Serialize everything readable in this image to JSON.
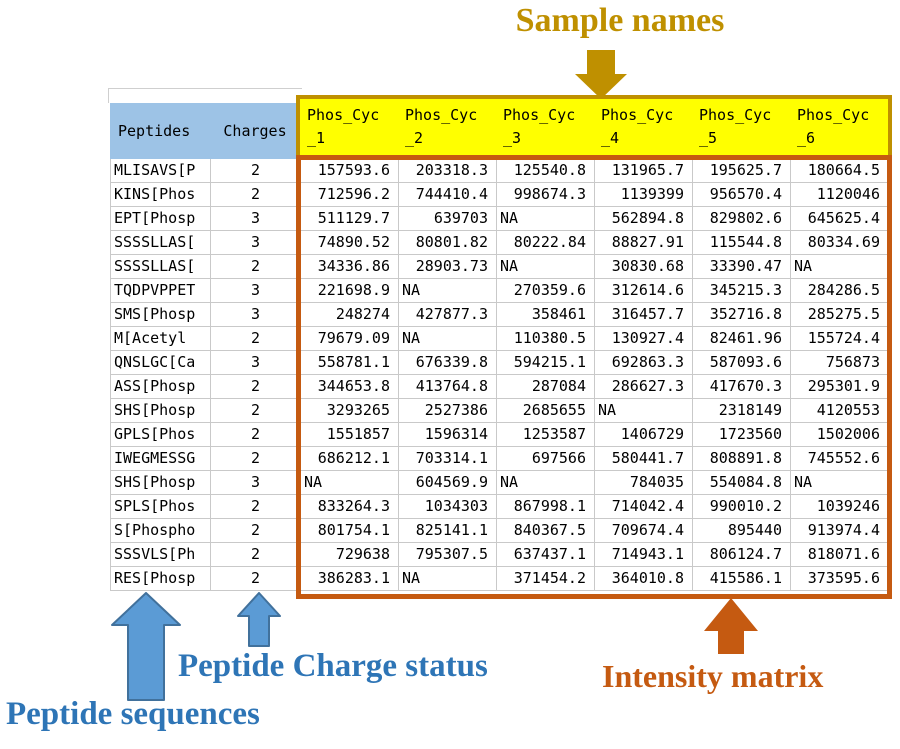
{
  "annotations": {
    "sample_names": "Sample names",
    "peptide_sequences": "Peptide sequences",
    "peptide_charge_status": "Peptide Charge status",
    "intensity_matrix": "Intensity matrix"
  },
  "colors": {
    "blue": "#9DC3E6",
    "yellow": "#FFFF00",
    "gold": "#BF9000",
    "orange": "#C55A11",
    "textBlue": "#2E75B6",
    "arrowBlue": "#5B9BD5",
    "arrowBlueStroke": "#41719C"
  },
  "icons": {
    "down_arrow": "gold-down-arrow-icon",
    "up_arrow_large": "blue-up-arrow-large-icon",
    "up_arrow_small": "blue-up-arrow-small-icon",
    "up_arrow_orange": "orange-up-arrow-icon"
  },
  "table": {
    "peptides_header": "Peptides",
    "charges_header": "Charges",
    "sample_columns": [
      {
        "line1": "Phos_Cyc",
        "line2": "_1"
      },
      {
        "line1": "Phos_Cyc",
        "line2": "_2"
      },
      {
        "line1": "Phos_Cyc",
        "line2": "_3"
      },
      {
        "line1": "Phos_Cyc",
        "line2": "_4"
      },
      {
        "line1": "Phos_Cyc",
        "line2": "_5"
      },
      {
        "line1": "Phos_Cyc",
        "line2": "_6"
      }
    ],
    "rows": [
      {
        "peptide": "MLISAVS[P",
        "charge": "2",
        "values": [
          "157593.6",
          "203318.3",
          "125540.8",
          "131965.7",
          "195625.7",
          "180664.5"
        ]
      },
      {
        "peptide": "KINS[Phos",
        "charge": "2",
        "values": [
          "712596.2",
          "744410.4",
          "998674.3",
          "1139399",
          "956570.4",
          "1120046"
        ]
      },
      {
        "peptide": "EPT[Phosp",
        "charge": "3",
        "values": [
          "511129.7",
          "639703",
          "NA",
          "562894.8",
          "829802.6",
          "645625.4"
        ]
      },
      {
        "peptide": "SSSSLLAS[",
        "charge": "3",
        "values": [
          "74890.52",
          "80801.82",
          "80222.84",
          "88827.91",
          "115544.8",
          "80334.69"
        ]
      },
      {
        "peptide": "SSSSLLAS[",
        "charge": "2",
        "values": [
          "34336.86",
          "28903.73",
          "NA",
          "30830.68",
          "33390.47",
          "NA"
        ]
      },
      {
        "peptide": "TQDPVPPET",
        "charge": "3",
        "values": [
          "221698.9",
          "NA",
          "270359.6",
          "312614.6",
          "345215.3",
          "284286.5"
        ]
      },
      {
        "peptide": "SMS[Phosp",
        "charge": "3",
        "values": [
          "248274",
          "427877.3",
          "358461",
          "316457.7",
          "352716.8",
          "285275.5"
        ]
      },
      {
        "peptide": "M[Acetyl",
        "charge": "2",
        "values": [
          "79679.09",
          "NA",
          "110380.5",
          "130927.4",
          "82461.96",
          "155724.4"
        ]
      },
      {
        "peptide": "QNSLGC[Ca",
        "charge": "3",
        "values": [
          "558781.1",
          "676339.8",
          "594215.1",
          "692863.3",
          "587093.6",
          "756873"
        ]
      },
      {
        "peptide": "ASS[Phosp",
        "charge": "2",
        "values": [
          "344653.8",
          "413764.8",
          "287084",
          "286627.3",
          "417670.3",
          "295301.9"
        ]
      },
      {
        "peptide": "SHS[Phosp",
        "charge": "2",
        "values": [
          "3293265",
          "2527386",
          "2685655",
          "NA",
          "2318149",
          "4120553"
        ]
      },
      {
        "peptide": "GPLS[Phos",
        "charge": "2",
        "values": [
          "1551857",
          "1596314",
          "1253587",
          "1406729",
          "1723560",
          "1502006"
        ]
      },
      {
        "peptide": "IWEGMESSG",
        "charge": "2",
        "values": [
          "686212.1",
          "703314.1",
          "697566",
          "580441.7",
          "808891.8",
          "745552.6"
        ]
      },
      {
        "peptide": "SHS[Phosp",
        "charge": "3",
        "values": [
          "NA",
          "604569.9",
          "NA",
          "784035",
          "554084.8",
          "NA"
        ]
      },
      {
        "peptide": "SPLS[Phos",
        "charge": "2",
        "values": [
          "833264.3",
          "1034303",
          "867998.1",
          "714042.4",
          "990010.2",
          "1039246"
        ]
      },
      {
        "peptide": "S[Phospho",
        "charge": "2",
        "values": [
          "801754.1",
          "825141.1",
          "840367.5",
          "709674.4",
          "895440",
          "913974.4"
        ]
      },
      {
        "peptide": "SSSVLS[Ph",
        "charge": "2",
        "values": [
          "729638",
          "795307.5",
          "637437.1",
          "714943.1",
          "806124.7",
          "818071.6"
        ]
      },
      {
        "peptide": "RES[Phosp",
        "charge": "2",
        "values": [
          "386283.1",
          "NA",
          "371454.2",
          "364010.8",
          "415586.1",
          "373595.6"
        ]
      }
    ]
  }
}
